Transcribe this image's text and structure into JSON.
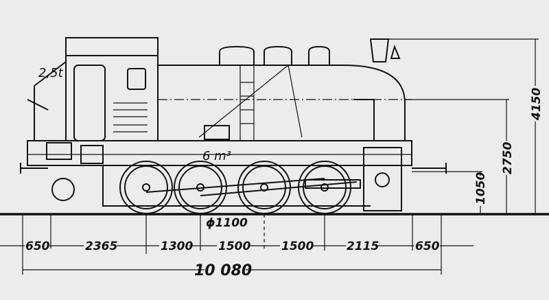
{
  "drawing": {
    "cab_label": "2,5t",
    "tank_label": "6 m³",
    "wheel_diameter": "ϕ1100",
    "horizontal_dimensions": [
      "650",
      "2365",
      "1300",
      "1500",
      "1500",
      "2115",
      "650"
    ],
    "total_length": "10 080",
    "vertical_dimensions": {
      "total_height": "4150",
      "boiler_axis_height": "2750",
      "buffer_height": "1050"
    }
  }
}
